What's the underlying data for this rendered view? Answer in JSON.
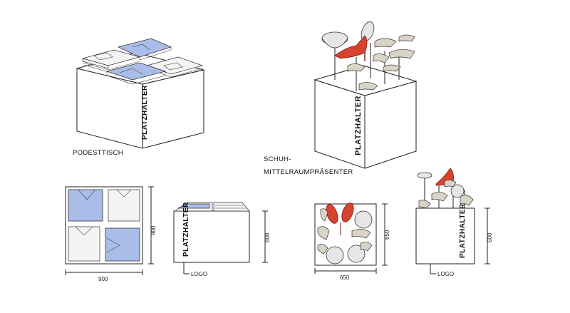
{
  "labels": {
    "podesttisch": "PODESTTISCH",
    "schuh_line1": "SCHUH-",
    "schuh_line2": "MITTELRAUMPRÄSENTER"
  },
  "brand_text": "PLATZHALTER",
  "logo_label": "LOGO",
  "dimensions": {
    "podest_plan_width": "900",
    "podest_plan_depth": "900",
    "podest_elev_height": "600",
    "schuh_plan_width": "650",
    "schuh_plan_depth": "650",
    "schuh_elev_height": "600"
  },
  "colors": {
    "shirt_blue": "#a9bde8",
    "shoe_red": "#d8432f"
  }
}
